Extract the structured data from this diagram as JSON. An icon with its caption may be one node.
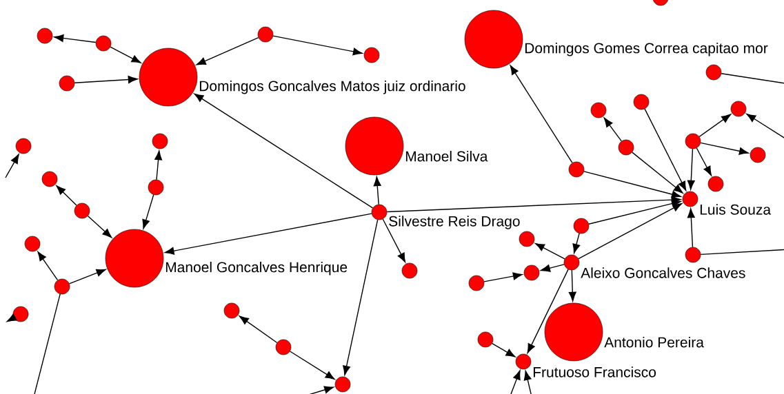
{
  "diagram": {
    "nodes": [
      {
        "text": [],
        "shape": "circle"
      },
      {
        "text": [],
        "shape": "circle"
      },
      {
        "text": [],
        "shape": "circle"
      },
      {
        "text": [
          "Domingos Gomes Correa capitao mor"
        ]
      },
      {
        "text": [],
        "shape": "circle"
      },
      {
        "text": [],
        "shape": "circle"
      },
      {
        "text": [],
        "shape": "circle"
      },
      {
        "text": [
          "Domingos Goncalves Matos juiz ordinario"
        ]
      },
      {
        "text": [],
        "shape": "circle"
      },
      {
        "text": [],
        "shape": "circle"
      },
      {
        "text": [],
        "shape": "circle"
      },
      {
        "text": [],
        "shape": "circle"
      },
      {
        "text": [],
        "shape": "circle"
      },
      {
        "text": [],
        "shape": "circle"
      },
      {
        "text": [],
        "shape": "circle"
      },
      {
        "text": [
          "Manoel Silva"
        ]
      },
      {
        "text": [],
        "shape": "circle"
      },
      {
        "text": [],
        "shape": "circle"
      },
      {
        "text": [],
        "shape": "circle"
      },
      {
        "text": [],
        "shape": "circle"
      },
      {
        "text": [],
        "shape": "circle"
      },
      {
        "text": [],
        "shape": "circle"
      },
      {
        "text": [
          "Luis Souza"
        ]
      },
      {
        "text": [],
        "shape": "circle"
      },
      {
        "text": [
          "Silvestre Reis Drago"
        ]
      },
      {
        "text": [],
        "shape": "circle"
      },
      {
        "text": [],
        "shape": "circle"
      },
      {
        "text": [],
        "shape": "circle"
      },
      {
        "text": [],
        "shape": "circle"
      },
      {
        "text": [
          "Manoel Goncalves Henrique"
        ]
      },
      {
        "text": [
          "Aleixo Goncalves Chaves"
        ]
      },
      {
        "text": [],
        "shape": "circle"
      },
      {
        "text": [],
        "shape": "circle"
      },
      {
        "text": [],
        "shape": "circle"
      },
      {
        "text": [],
        "shape": "circle"
      },
      {
        "text": [],
        "shape": "circle"
      },
      {
        "text": [],
        "shape": "circle"
      },
      {
        "text": [
          "Antonio Pereira"
        ]
      },
      {
        "text": [],
        "shape": "circle"
      },
      {
        "text": [],
        "shape": "circle"
      },
      {
        "text": [
          "Frutuoso Francisco"
        ]
      },
      {
        "text": [],
        "shape": "circle"
      }
    ],
    "edges": [
      {
        "from": 4,
        "to": 1,
        "arrow": "to"
      },
      {
        "from": 4,
        "to": 7,
        "arrow": "to"
      },
      {
        "from": 8,
        "to": 7,
        "arrow": "to"
      },
      {
        "from": 2,
        "to": 7,
        "arrow": "to"
      },
      {
        "from": 2,
        "to": 5,
        "arrow": "to"
      },
      {
        "from": 24,
        "to": 7,
        "arrow": "to"
      },
      {
        "from": 24,
        "to": 15,
        "arrow": "to"
      },
      {
        "from": 24,
        "to": 29,
        "arrow": "to"
      },
      {
        "from": 24,
        "to": 22,
        "arrow": "to"
      },
      {
        "from": 24,
        "to": 31,
        "arrow": "to"
      },
      {
        "from": 24,
        "to": 41,
        "arrow": "to"
      },
      {
        "from": null,
        "to": 14,
        "arrow": "to"
      },
      {
        "from": 21,
        "to": 12,
        "arrow": "to"
      },
      {
        "from": 21,
        "to": 29,
        "arrow": "to"
      },
      {
        "from": 23,
        "to": 19,
        "arrow": "to"
      },
      {
        "from": 23,
        "to": 29,
        "arrow": "to"
      },
      {
        "from": 34,
        "to": 27,
        "arrow": "to"
      },
      {
        "from": 34,
        "to": 29,
        "arrow": "to"
      },
      {
        "from": 34,
        "to": null,
        "arrow": "none"
      },
      {
        "from": 36,
        "to": null,
        "arrow": "to"
      },
      {
        "from": 39,
        "to": 35,
        "arrow": "to"
      },
      {
        "from": 39,
        "to": 41,
        "arrow": "to"
      },
      {
        "from": null,
        "to": 41,
        "arrow": "to"
      },
      {
        "from": 18,
        "to": 3,
        "arrow": "to"
      },
      {
        "from": 18,
        "to": 22,
        "arrow": "to"
      },
      {
        "from": 16,
        "to": 11,
        "arrow": "to"
      },
      {
        "from": 16,
        "to": 22,
        "arrow": "to"
      },
      {
        "from": 9,
        "to": 22,
        "arrow": "to"
      },
      {
        "from": 13,
        "to": 22,
        "arrow": "to"
      },
      {
        "from": 13,
        "to": 10,
        "arrow": "to"
      },
      {
        "from": 13,
        "to": 17,
        "arrow": "to"
      },
      {
        "from": 13,
        "to": 20,
        "arrow": "to"
      },
      {
        "from": null,
        "to": 10,
        "arrow": "to"
      },
      {
        "from": 6,
        "to": null,
        "arrow": "none"
      },
      {
        "from": 28,
        "to": 22,
        "arrow": "to"
      },
      {
        "from": 28,
        "to": null,
        "arrow": "none"
      },
      {
        "from": 25,
        "to": 22,
        "arrow": "to"
      },
      {
        "from": 25,
        "to": 30,
        "arrow": "to"
      },
      {
        "from": 30,
        "to": 22,
        "arrow": "to"
      },
      {
        "from": 30,
        "to": 26,
        "arrow": "to"
      },
      {
        "from": 30,
        "to": 32,
        "arrow": "to"
      },
      {
        "from": 30,
        "to": 37,
        "arrow": "to"
      },
      {
        "from": 30,
        "to": 40,
        "arrow": "to"
      },
      {
        "from": 33,
        "to": 32,
        "arrow": "to"
      },
      {
        "from": 38,
        "to": 40,
        "arrow": "to"
      },
      {
        "from": null,
        "to": 40,
        "arrow": "to"
      },
      {
        "from": null,
        "to": 40,
        "arrow": "to"
      }
    ]
  }
}
